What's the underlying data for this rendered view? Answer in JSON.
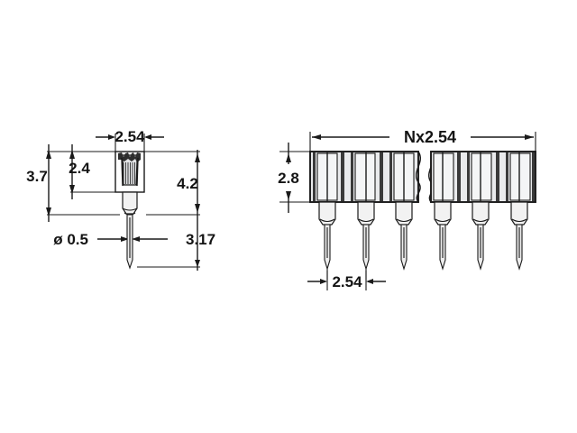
{
  "drawing": {
    "title": "PCB socket connector dimensional drawing",
    "units": "mm",
    "background_color": "#ffffff",
    "line_color": "#1a1a1a",
    "body_fill_color": "#e9eaec",
    "rib_fill_color": "#f4f5f6",
    "dark_accent_color": "#3a3a3a"
  },
  "left_view": {
    "name": "single-contact-cross-section",
    "dimensions": {
      "width_top": "2.54",
      "height_outer": "3.7",
      "height_inner": "2.4",
      "height_right": "4.2",
      "pin_diameter": "ø 0.5",
      "pin_length": "3.17"
    }
  },
  "right_view": {
    "name": "multi-position-header-strip",
    "pin_count_shown": 6,
    "has_break_line": true,
    "dimensions": {
      "overall_length": "Nx2.54",
      "body_height": "2.8",
      "pitch": "2.54"
    }
  }
}
